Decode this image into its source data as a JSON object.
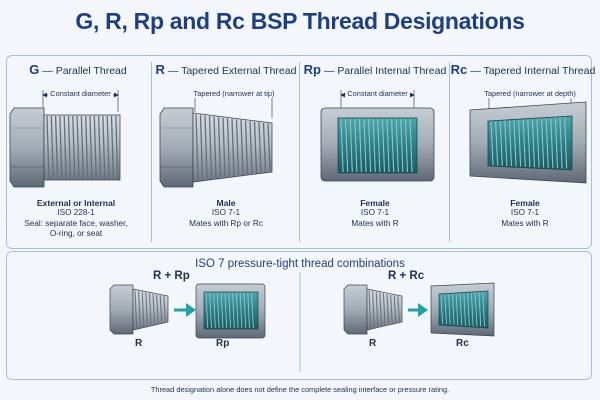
{
  "title": "G, R, Rp and Rc BSP Thread Designations",
  "columns": [
    {
      "code": "G",
      "name": "— Parallel Thread",
      "dim_label": "Constant diameter",
      "text": [
        "External or Internal",
        "ISO 228-1",
        "Seal: separate face, washer,",
        "O-ring, or seat"
      ]
    },
    {
      "code": "R",
      "name": "— Tapered External Thread",
      "dim_label": "Tapered (narrower at tip)",
      "text": [
        "Male",
        "ISO 7-1",
        "Mates with Rp or Rc"
      ]
    },
    {
      "code": "Rp",
      "name": "— Parallel Internal Thread",
      "dim_label": "Constant diameter",
      "text": [
        "Female",
        "ISO 7-1",
        "Mates with R"
      ]
    },
    {
      "code": "Rc",
      "name": "— Tapered Internal Thread",
      "dim_label": "Tapered (narrower at depth)",
      "text": [
        "Female",
        "ISO 7-1",
        "Mates with R"
      ]
    }
  ],
  "combinations": {
    "title": "ISO 7 pressure-tight thread combinations",
    "items": [
      {
        "title": "R + Rp",
        "male": "R",
        "female": "Rp"
      },
      {
        "title": "R + Rc",
        "male": "R",
        "female": "Rc"
      }
    ]
  },
  "note": "Thread designation alone does not define the complete sealing interface or pressure rating.",
  "colors": {
    "title": "#1d3f86",
    "metal": "#aeb6bf",
    "thread_internal": "#2c7f86",
    "arrow": "#21a2a4",
    "border": "#a9bfd9"
  }
}
